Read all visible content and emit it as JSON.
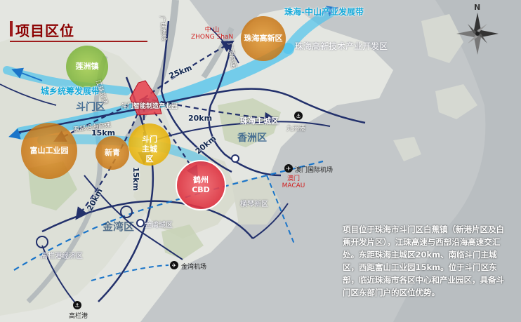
{
  "title": "项目区位",
  "band_labels": {
    "zh_zs": "珠海-中山产业发展带",
    "urban_rural": "城乡统筹发展带"
  },
  "city_labels": {
    "zhongshan_cn": "中 山",
    "zhongshan_en": "ZHONG ShaN",
    "macau_cn": "澳门",
    "macau_en": "MACAU",
    "gaoxin_dev": "珠海高新技术产业开发区"
  },
  "districts": {
    "doumen": "斗门区",
    "xiangzhou": "香洲区",
    "jinwan": "金湾区"
  },
  "circles": {
    "lianzhou": "莲洲镇",
    "gaoxin": "珠海高新区",
    "fushan": "富山工业园",
    "xinqing": "新青",
    "doumen_main": "斗门主城区",
    "hezhou": "鹤州CBD"
  },
  "area_labels": {
    "project": "斗门智能制造产业园",
    "zhuhai_main": "珠海主城区",
    "hengqin": "横琴新区",
    "jinwan_city": "金湾城区",
    "gaolan_econ": "高栏港经济区",
    "jiangzhu": "江珠高速",
    "xibu": "西部沿海高速",
    "guangzhu_xi": "广珠西线",
    "guangao": "广澳高速"
  },
  "distances": [
    "25km",
    "20km",
    "20km",
    "15km",
    "15km",
    "20km"
  ],
  "poi": {
    "jiuzhou_port": "九洲港",
    "macau_airport": "澳门国际机场",
    "jinwan_airport": "金湾机场",
    "gaolan_port": "高栏港"
  },
  "north": "N",
  "description": "项目位于珠海市斗门区白蕉镇（新港片区及白蕉开发片区），江珠高速与西部沿海高速交汇处。东距珠海主城区20km、南临斗门主城区，西距富山工业园15km。位于斗门区东部，临近珠海市各区中心和产业园区，具备斗门区东部门户的区位优势。",
  "colors": {
    "band": "#4ec3ec",
    "orange_circle": "#d98a26",
    "yellow_circle": "#f2c21c",
    "red_circle": "#e8404c",
    "road": "#22306b",
    "title": "#8b0000"
  }
}
